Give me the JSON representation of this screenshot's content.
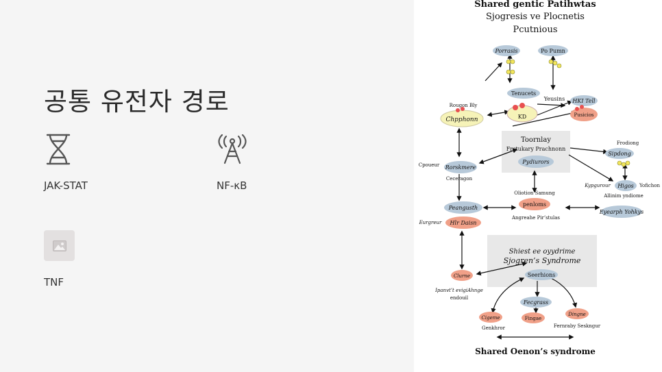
{
  "slide": {
    "title": "공통 유전자 경로",
    "items": [
      {
        "label": "JAK-STAT",
        "icon": "dna-icon"
      },
      {
        "label": "NF-κB",
        "icon": "antenna-icon"
      },
      {
        "label": "TNF",
        "icon": "image-placeholder-icon"
      }
    ]
  },
  "diagram": {
    "title_lines": [
      "Shared gentic Patihwtas",
      "Sjogresis ve Plocnetis",
      "Pcutnious"
    ],
    "nodes": {
      "porrasis": "Porrasis",
      "po_pumn": "Po Pumn",
      "tenucets": "Tenucets",
      "kd": "KD",
      "yeusins": "Yeusins",
      "hki_tell": "HKI Tell",
      "pusicios": "Pusicios",
      "rougon_bly": "Rougon Bly",
      "chpphonn": "Chpphonn",
      "toornlay": "Toornlay",
      "frcukary": "Frctukary Prachnonn",
      "pydiurors": "Pydiurors",
      "frodiong": "Frodiong",
      "sipdong": "Sipdong",
      "cpoueur": "Cpoueur",
      "rorskmere": "Rorskmere",
      "ceceragon": "Ceceragon",
      "oliotion": "Oliotion Samung",
      "penloms": "penloms",
      "kypgurour": "Kypgurour",
      "higos": "Higos",
      "yofichon": "Yofichon",
      "allinim": "Allinim yndiome",
      "peangusth": "Peangusth",
      "eyearph": "Eyearph Yohkys",
      "eurgreur": "Eurgreur",
      "hlr_daisn": "Hlr Daisn",
      "angreahe": "Angreahe Pir’stulas",
      "shiestee": "Shiest ee oyydrime",
      "sjogren": "Sjogren’s Syndrome",
      "clurne": "Clurne",
      "seerhions": "Seerhions",
      "ipanvt": "Ipanvt’t evigiAhnge",
      "endouil": "endouil",
      "fecgrass": "Fecgrass",
      "cigeme": "Cigeme",
      "fingae": "Fingae",
      "dingne": "Dingne",
      "genkhror": "Genkhror",
      "fernraby": "Fernraby Seskngur"
    },
    "footer": "Shared Oenon’s syndrome",
    "colors": {
      "blue_node": "#b7c9d9",
      "orange_node": "#f0a088",
      "yellow_node": "#f6f3b8",
      "gray_box": "#e8e8e8"
    }
  }
}
